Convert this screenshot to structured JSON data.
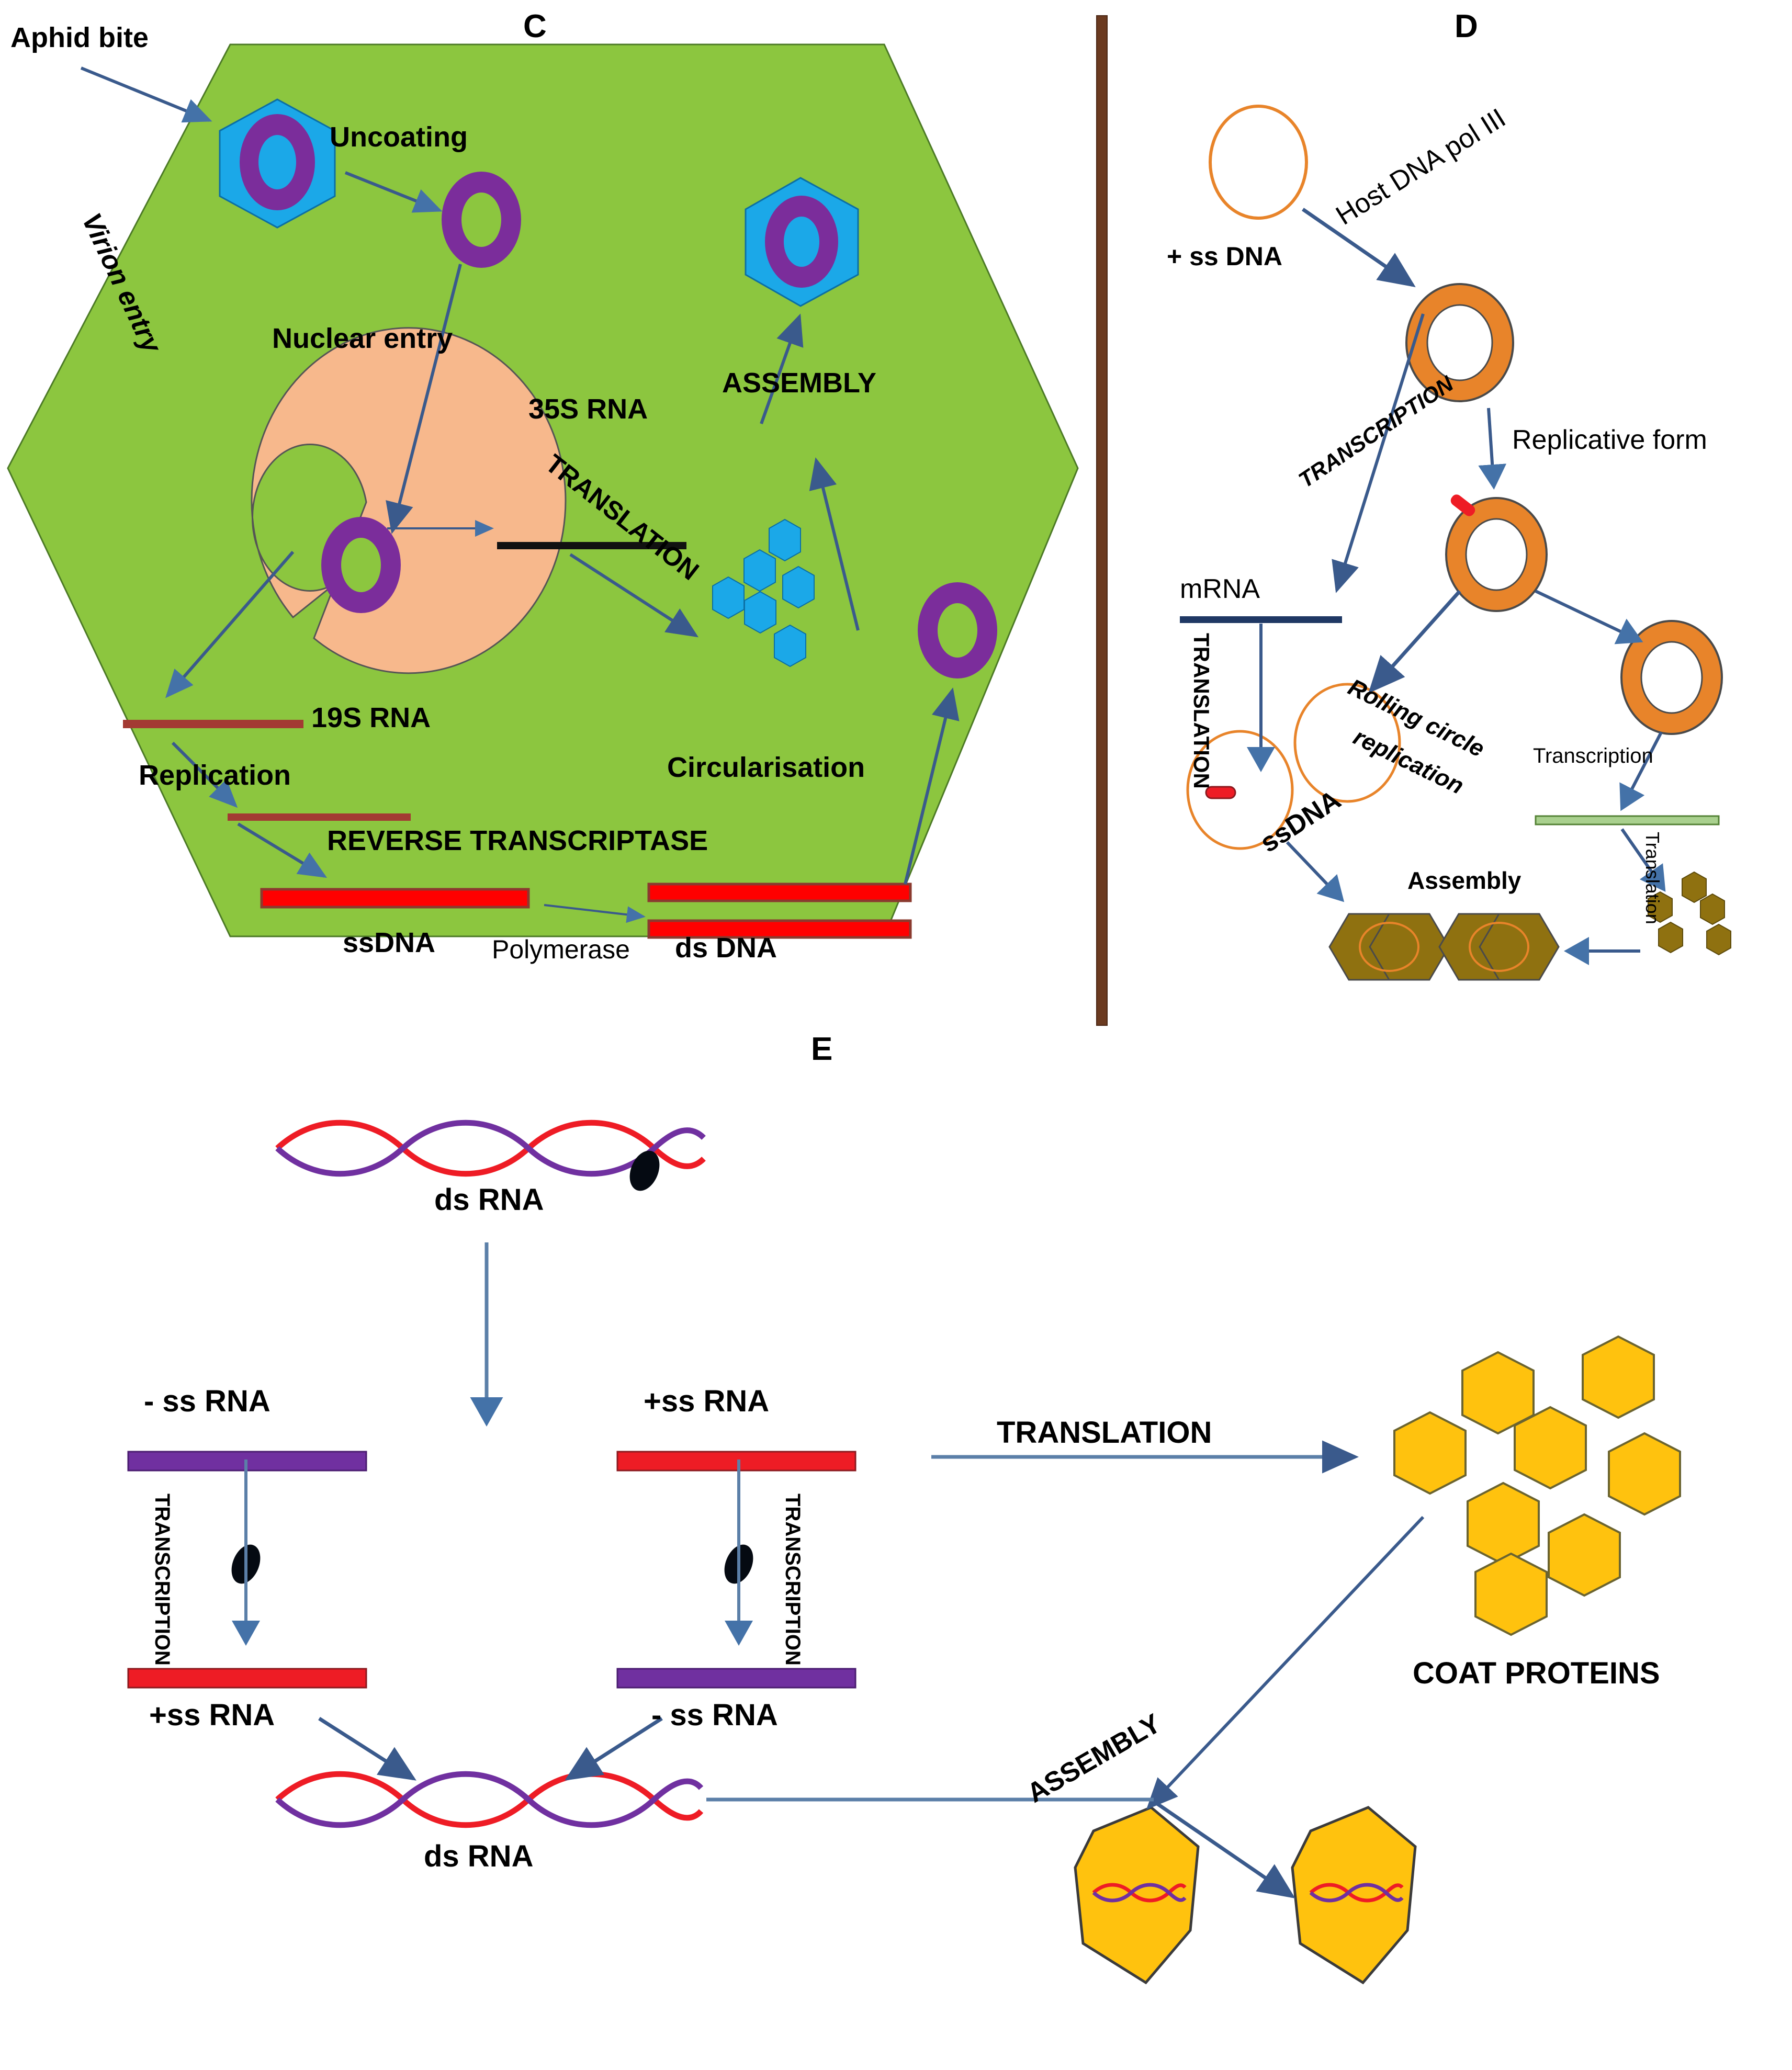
{
  "figure": {
    "panels": [
      {
        "id": "C",
        "letter": "C"
      },
      {
        "id": "D",
        "letter": "D"
      },
      {
        "id": "E",
        "letter": "E"
      }
    ]
  },
  "panel_c": {
    "letter": "C",
    "title_note": "Caulimovirus (dsDNA reverse-transcribing) replication inside a plant cell",
    "cell_color": "#8CC63F",
    "nucleus_color": "#F7B88C",
    "capsid_color": "#1BA8E8",
    "genome_color": "#7B2D9B",
    "rna_color": "#A33A33",
    "dna_color": "#FF0000",
    "labels": {
      "aphid_bite": "Aphid bite",
      "virion_entry": "Virion entry",
      "uncoating": "Uncoating",
      "nuclear_entry": "Nuclear entry",
      "rna_35s": "35S RNA",
      "translation": "TRANSLATION",
      "assembly": "ASSEMBLY",
      "rna_19s": "19S RNA",
      "replication": "Replication",
      "reverse_transcriptase": "REVERSE TRANSCRIPTASE",
      "ssdna": "ssDNA",
      "polymerase": "Polymerase",
      "dsdna": "ds DNA",
      "circularisation": "Circularisation"
    }
  },
  "panel_d": {
    "letter": "D",
    "title_note": "Geminivirus / ssDNA virus rolling-circle replication",
    "circle_color": "#E8842A",
    "protein_color": "#8F7110",
    "labels": {
      "plus_ss_dna": "+ ss DNA",
      "host_dna_pol": "Host DNA pol III",
      "replicative_form": "Replicative form",
      "transcription_caps": "TRANSCRIPTION",
      "mrna": "mRNA",
      "translation_caps": "TRANSLATION",
      "rolling_circle": "Rolling circle",
      "replication": "replication",
      "ssdna": "ssDNA",
      "transcription": "Transcription",
      "translation": "Translation",
      "assembly": "Assembly"
    }
  },
  "panel_e": {
    "letter": "E",
    "title_note": "dsRNA virus (Reoviridae-type) replication cycle",
    "plus_strand_color": "#EE1C25",
    "minus_strand_color": "#7030A0",
    "coat_color": "#FFC20E",
    "labels": {
      "ds_rna_top": "ds RNA",
      "minus_ss_rna_left": "- ss RNA",
      "plus_ss_rna_right": "+ss RNA",
      "transcription_left": "TRANSCRIPTION",
      "transcription_right": "TRANSCRIPTION",
      "plus_ss_rna_left_out": "+ss RNA",
      "minus_ss_rna_right_out": "- ss RNA",
      "ds_rna_bottom": "ds RNA",
      "translation": "TRANSLATION",
      "coat_proteins": "COAT PROTEINS",
      "assembly": "ASSEMBLY"
    }
  },
  "divider": {
    "color": "#6B3A20"
  },
  "arrow_color": "#3A5A8C",
  "arrow_fill": "#4472A8"
}
